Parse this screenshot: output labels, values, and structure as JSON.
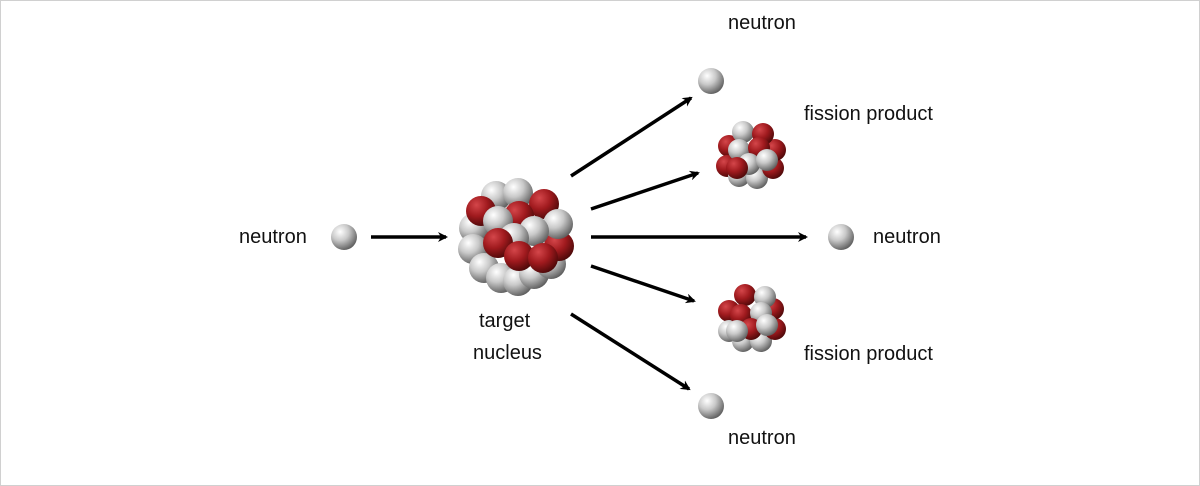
{
  "labels": {
    "incoming_neutron": "neutron",
    "target_line1": "target",
    "target_line2": "nucleus",
    "neutron_top": "neutron",
    "fission_product_top": "fission product",
    "neutron_right": "neutron",
    "fission_product_bottom": "fission product",
    "neutron_bottom": "neutron"
  },
  "colors": {
    "proton": "#a01a1e",
    "neutron": "#c8c8c8",
    "arrow": "#000000"
  }
}
